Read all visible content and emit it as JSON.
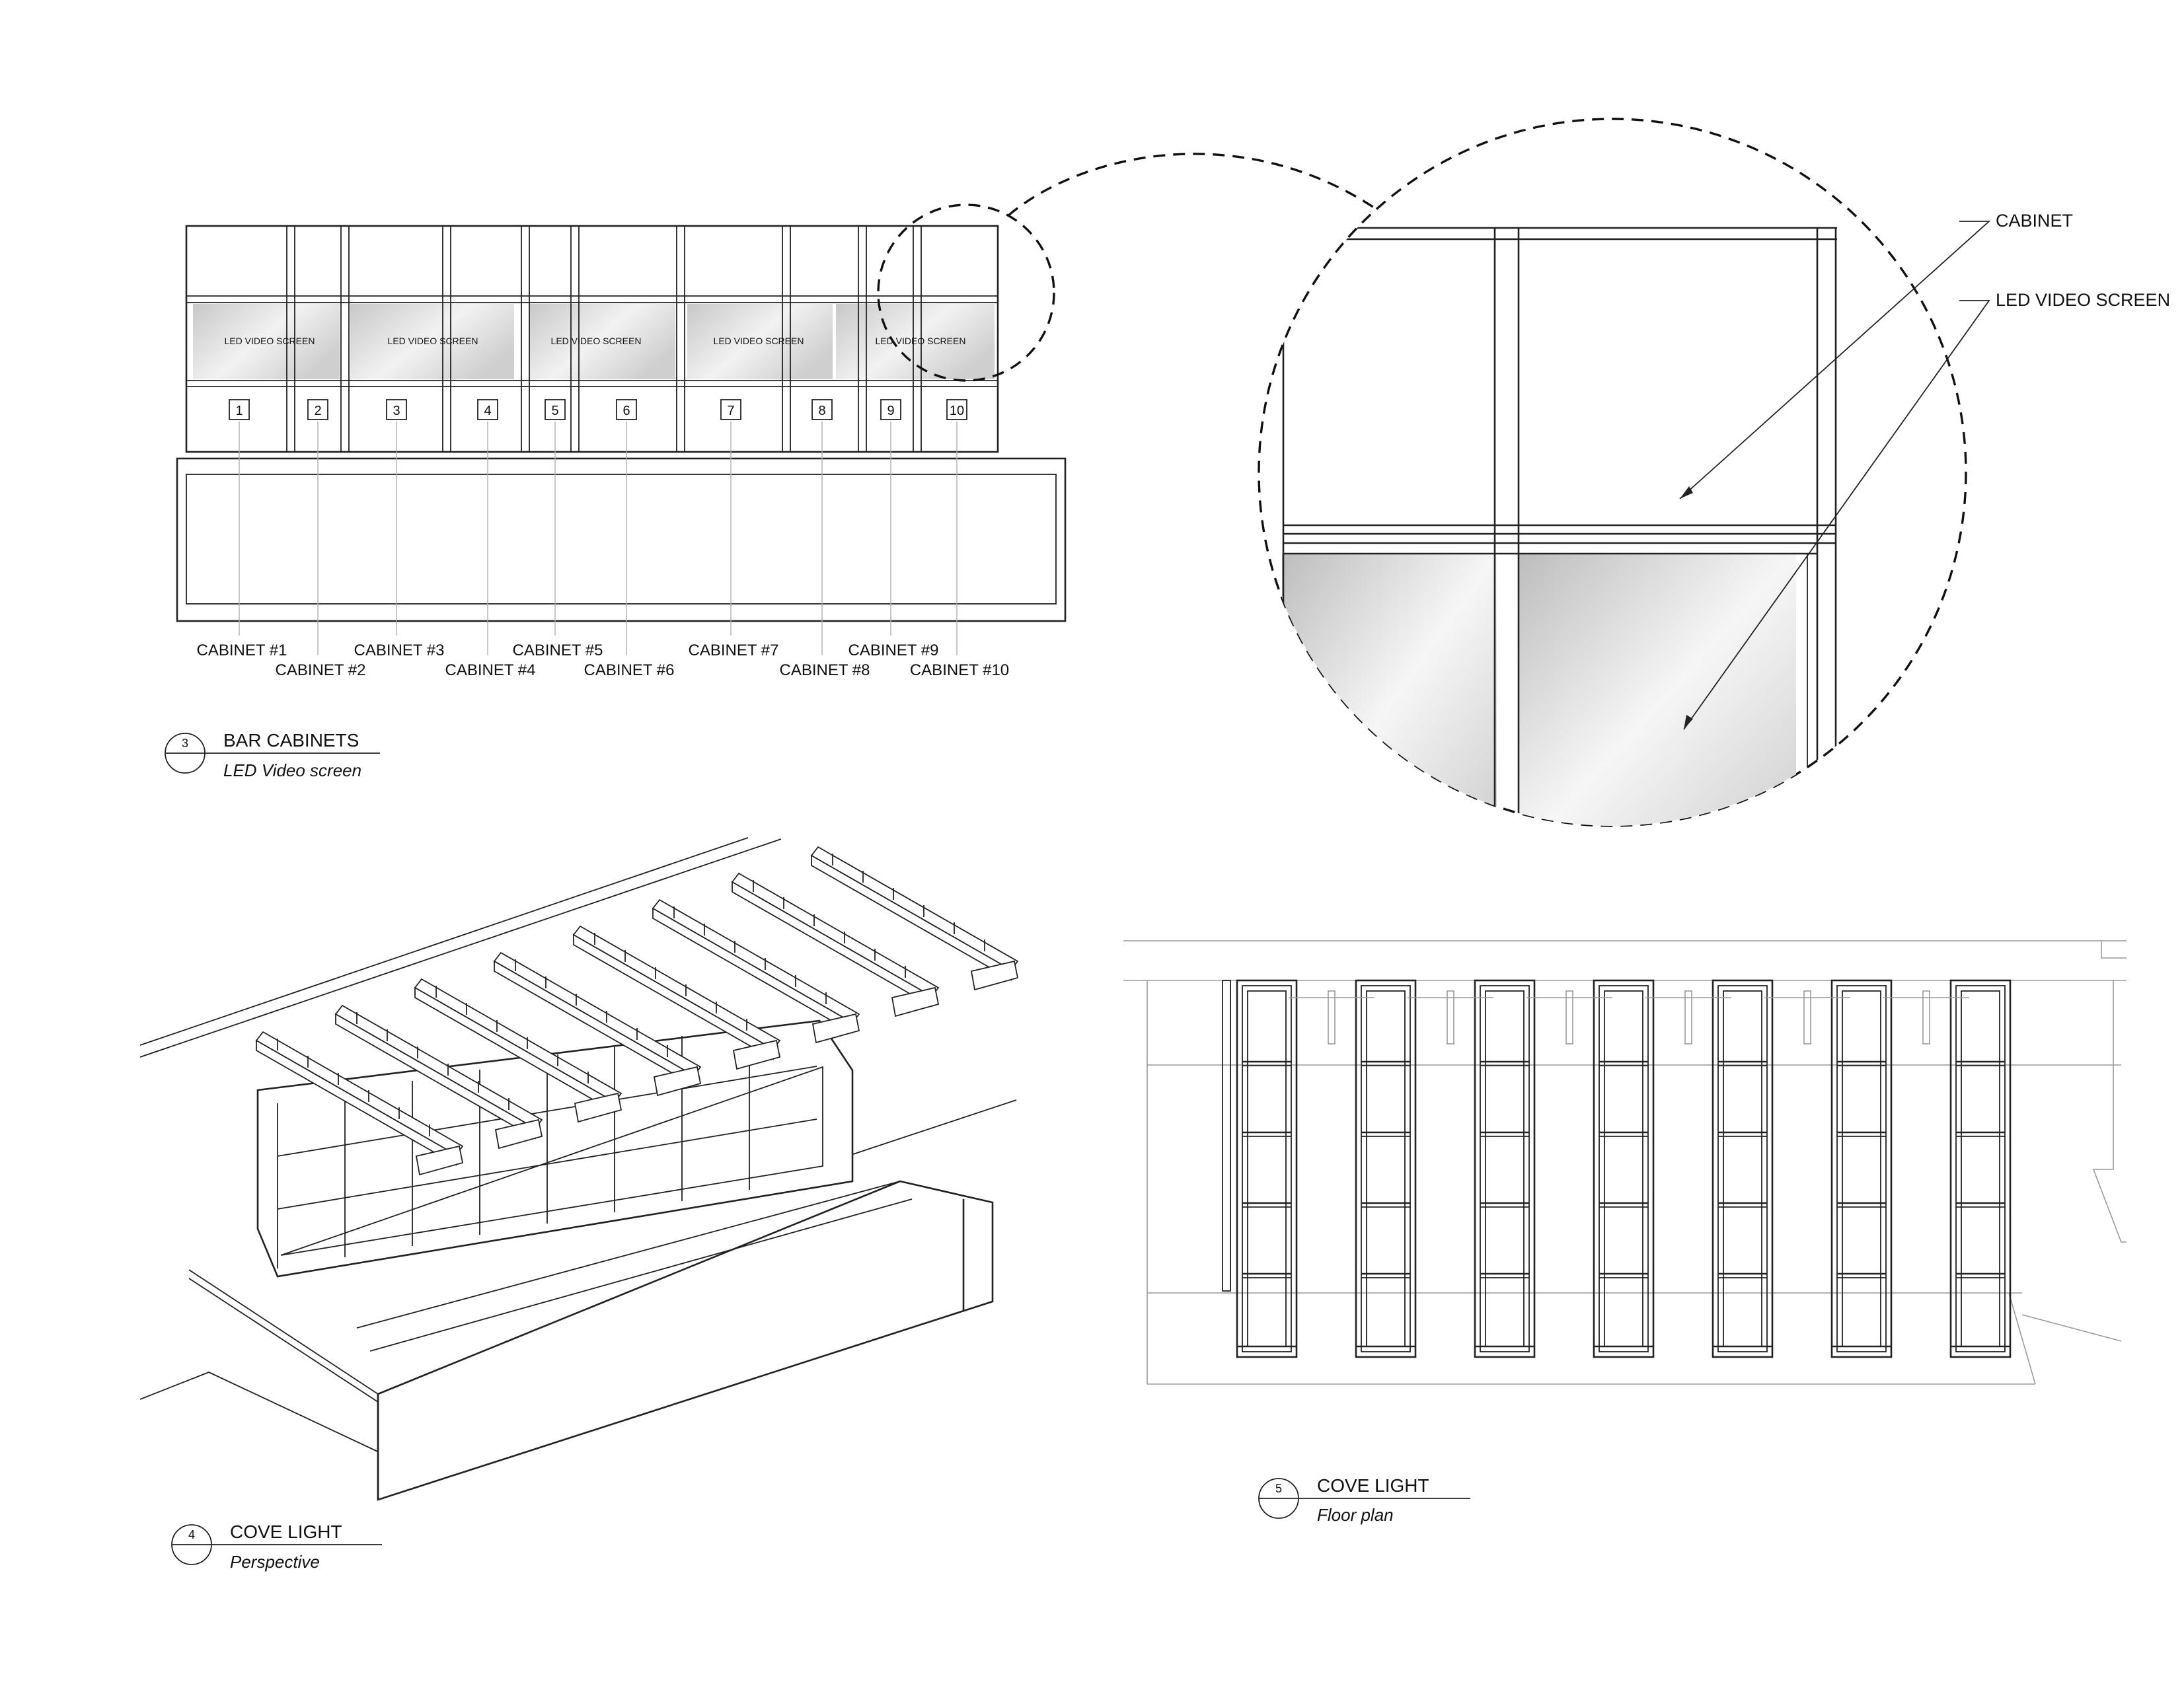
{
  "views": {
    "bar_cabinets": {
      "number": "3",
      "title": "BAR CABINETS",
      "subtitle": "LED Video screen",
      "screen_label": "LED VIDEO SCREEN",
      "cabinet_numbers": [
        "1",
        "2",
        "3",
        "4",
        "5",
        "6",
        "7",
        "8",
        "9",
        "10"
      ],
      "cabinet_labels": [
        "CABINET #1",
        "CABINET #2",
        "CABINET #3",
        "CABINET #4",
        "CABINET #5",
        "CABINET #6",
        "CABINET #7",
        "CABINET #8",
        "CABINET #9",
        "CABINET #10"
      ]
    },
    "detail": {
      "callouts": [
        "CABINET",
        "LED VIDEO SCREEN"
      ]
    },
    "cove_perspective": {
      "number": "4",
      "title": "COVE LIGHT",
      "subtitle": "Perspective"
    },
    "cove_plan": {
      "number": "5",
      "title": "COVE LIGHT",
      "subtitle": "Floor plan"
    }
  },
  "colors": {
    "line": "#222222",
    "screen_gradient_dark": "#c8c8c8",
    "screen_gradient_light": "#f4f4f4"
  }
}
